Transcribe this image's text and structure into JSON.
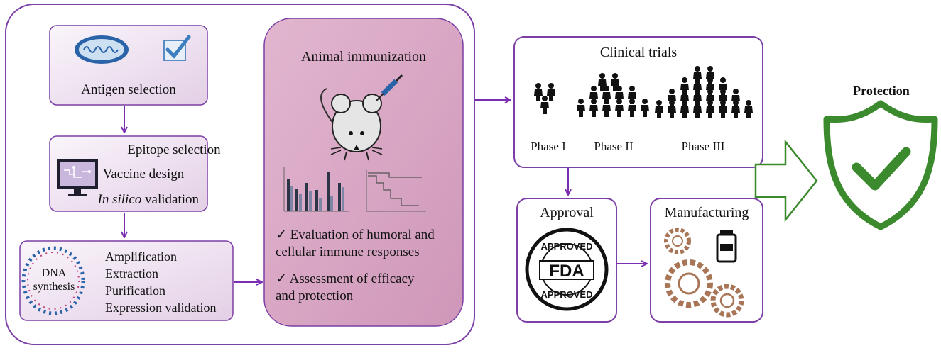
{
  "colors": {
    "frame": "#7b3fa5",
    "arrow": "#7b2fb0",
    "box_fill": "#f3ecf7",
    "box_fill_dark": "#e7d6ea",
    "animal_fill": "#d9a6c4",
    "shield": "#3c8a2e",
    "gear": "#a87556"
  },
  "antigen": {
    "label": "Antigen selection",
    "icons": [
      "virus-icon",
      "checkbox-icon"
    ]
  },
  "epitope": {
    "line1": "Epitope selection",
    "line2": "Vaccine design",
    "line3_italic": "In silico",
    "line3_rest": " validation",
    "icon": "computer-monitor-icon"
  },
  "dna": {
    "badge_line1": "DNA",
    "badge_line2": "synthesis",
    "steps": [
      "Amplification",
      "Extraction",
      "Purification",
      "Expression validation"
    ],
    "icon": "dna-helix-icon"
  },
  "animal": {
    "title": "Animal immunization",
    "bullet1_line1": "✓ Evaluation of humoral and",
    "bullet1_line2": "cellular immune responses",
    "bullet2_line1": "✓ Assessment of efficacy",
    "bullet2_line2": "and protection",
    "icons": [
      "mouse-icon",
      "syringe-icon",
      "bar-chart-icon",
      "survival-curve-icon"
    ]
  },
  "clinical": {
    "title": "Clinical trials",
    "phases": [
      "Phase I",
      "Phase II",
      "Phase III"
    ],
    "icon": "people-group-icon"
  },
  "approval": {
    "title": "Approval",
    "stamp_top": "APPROVED",
    "stamp_center": "FDA",
    "stamp_bottom": "APPROVED"
  },
  "manufacturing": {
    "title": "Manufacturing",
    "icons": [
      "gears-icon",
      "vial-icon"
    ]
  },
  "protection": {
    "title": "Protection",
    "icon": "shield-check-icon"
  }
}
